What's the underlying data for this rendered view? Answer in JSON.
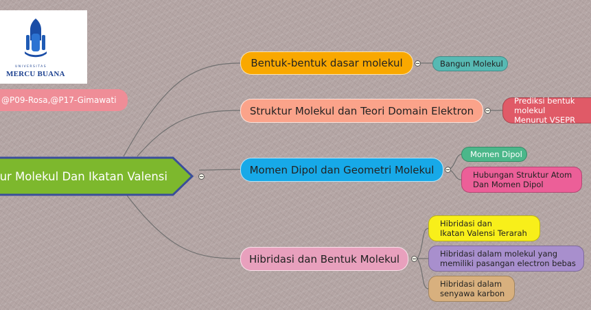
{
  "logo": {
    "text": "MERCU BUANA",
    "small_text": "UNIVERSITAS"
  },
  "authors": "@P09-Rosa,@P17-Gimawati",
  "main_topic": "ur Molekul Dan Ikatan Valensi",
  "branches": [
    {
      "label": "Bentuk-bentuk dasar molekul",
      "color": "#f9a800"
    },
    {
      "label": "Struktur Molekul dan Teori Domain Elektron",
      "color": "#fba38a"
    },
    {
      "label": "Momen Dipol dan Geometri Molekul",
      "color": "#17a9e8"
    },
    {
      "label": "Hibridasi dan Bentuk Molekul",
      "color": "#e8a0bd"
    }
  ],
  "leaves": [
    {
      "label": "Bangun Molekul",
      "color": "#57b9b3"
    },
    {
      "line1": "Prediksi bentuk molekul",
      "line2": "Menurut VSEPR",
      "color": "#e05a67"
    },
    {
      "label": "Momen Dipol",
      "color": "#4bb78a"
    },
    {
      "line1": "Hubungan Struktur Atom",
      "line2": "Dan Momen Dipol",
      "color": "#ec5f98"
    },
    {
      "line1": "Hibridasi dan",
      "line2": "Ikatan Valensi Terarah",
      "color": "#f8ef1a"
    },
    {
      "line1": "Hibridasi dalam molekul yang",
      "line2": "memiliki pasangan electron bebas",
      "color": "#a88fcd"
    },
    {
      "line1": "Hibridasi dalam",
      "line2": "senyawa karbon",
      "color": "#d8b07e"
    }
  ],
  "colors": {
    "main_fill": "#7db82d",
    "main_border": "#3a4e9a",
    "connector": "#6f6f6f"
  }
}
